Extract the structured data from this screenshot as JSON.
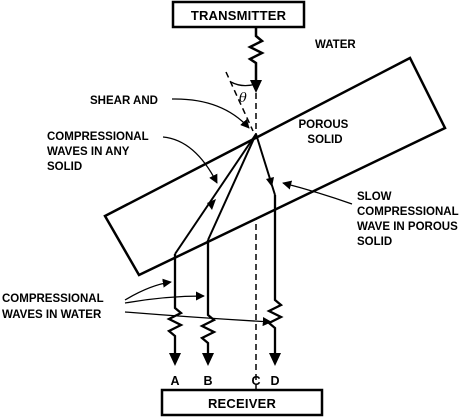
{
  "diagram": {
    "transmitter_label": "TRANSMITTER",
    "receiver_label": "RECEIVER",
    "water_label": "WATER",
    "angle_label": "θ",
    "porous_solid_label": [
      "POROUS",
      "SOLID"
    ],
    "shear_label": "SHEAR AND",
    "compressional_solid_label": [
      "COMPRESSIONAL",
      "WAVES IN ANY",
      "SOLID"
    ],
    "slow_wave_label": [
      "SLOW",
      "COMPRESSIONAL",
      "WAVE IN POROUS",
      "SOLID"
    ],
    "compressional_water_label": [
      "COMPRESSIONAL",
      "WAVES IN WATER"
    ],
    "ray_labels": [
      "A",
      "B",
      "C",
      "D"
    ],
    "line_color": "#000000",
    "background_color": "#ffffff"
  }
}
